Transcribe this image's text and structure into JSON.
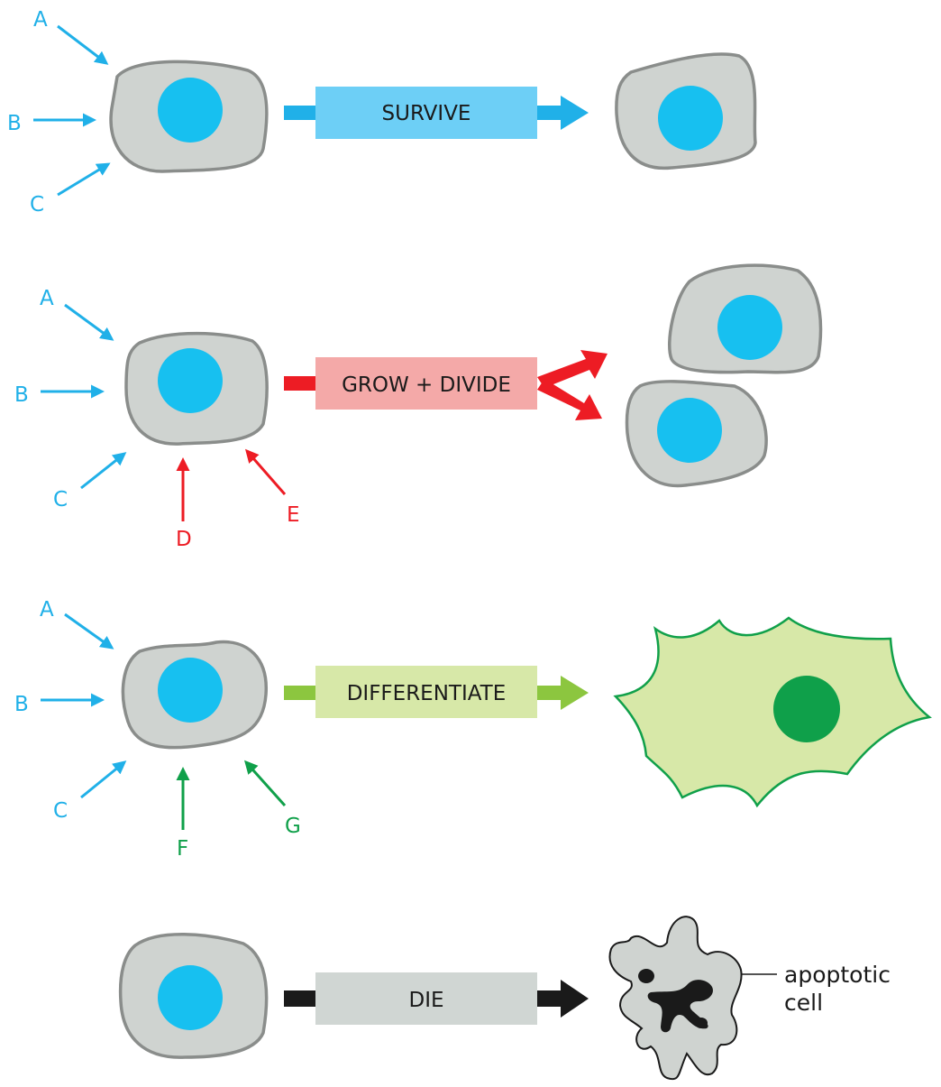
{
  "colors": {
    "signal_blue": "#20b0e8",
    "signal_red": "#ed1c24",
    "signal_green": "#10a04a",
    "survive_box": "#6dcff6",
    "grow_box": "#f4a9a8",
    "differentiate_box": "#d7e8a8",
    "die_box": "#d0d6d3",
    "cell_fill": "#cfd3d0",
    "nucleus": "#17c0f0"
  },
  "panels": [
    {
      "outcome": "SURVIVE",
      "signals": [
        "A",
        "B",
        "C"
      ],
      "result": "one cell"
    },
    {
      "outcome": "GROW + DIVIDE",
      "signals": [
        "A",
        "B",
        "C",
        "D",
        "E"
      ],
      "result": "two cells"
    },
    {
      "outcome": "DIFFERENTIATE",
      "signals": [
        "A",
        "B",
        "C",
        "F",
        "G"
      ],
      "result": "differentiated cell"
    },
    {
      "outcome": "DIE",
      "signals": [],
      "result": "apoptotic cell"
    }
  ],
  "callout": {
    "line1": "apoptotic",
    "line2": "cell"
  }
}
